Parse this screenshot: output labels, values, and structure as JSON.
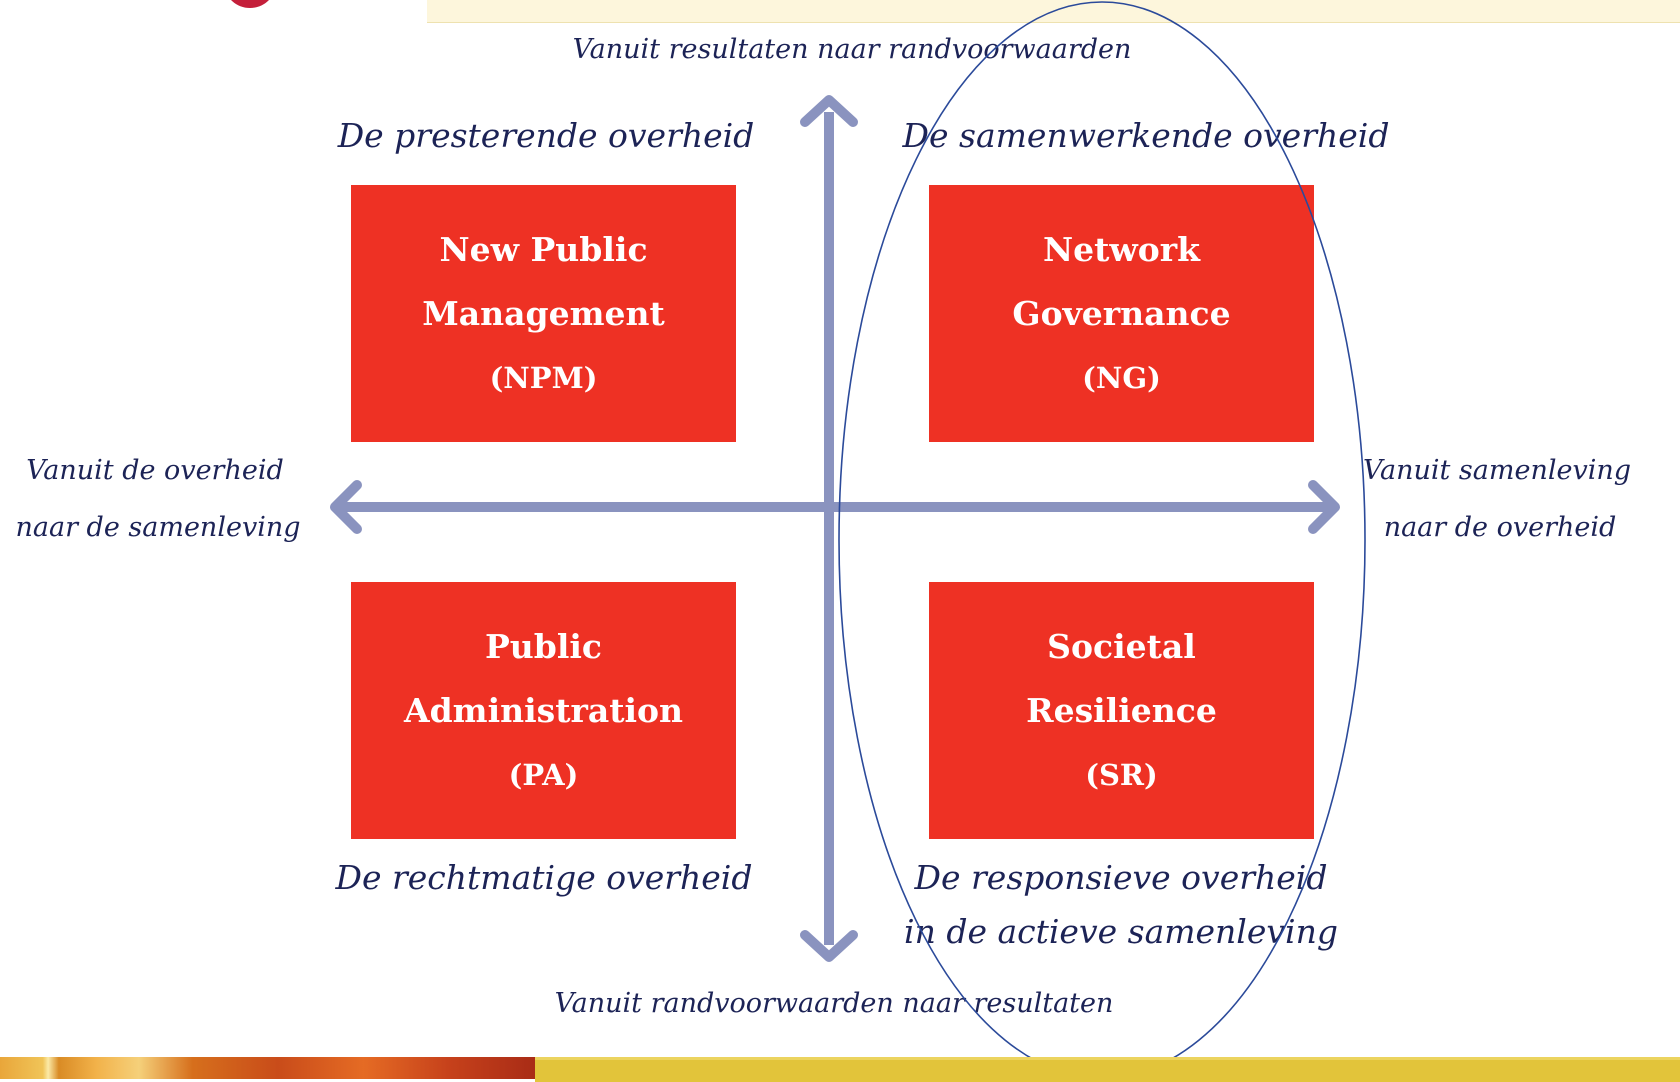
{
  "axes": {
    "top": "Vanuit resultaten naar randvoorwaarden",
    "bottom": "Vanuit randvoorwaarden naar resultaten",
    "left_line1": "Vanuit de overheid",
    "left_line2": "naar de samenleving",
    "right_line1": "Vanuit samenleving",
    "right_line2": "naar de overheid"
  },
  "quadrant_labels": {
    "top_left": "De presterende overheid",
    "top_right": "De samenwerkende overheid",
    "bottom_left": "De rechtmatige overheid",
    "bottom_right_line1": "De responsieve overheid",
    "bottom_right_line2": "in de actieve samenleving"
  },
  "boxes": {
    "npm": {
      "title": "New Public Management",
      "abbr": "(NPM)"
    },
    "ng": {
      "title": "Network Governance",
      "abbr": "(NG)"
    },
    "pa": {
      "title": "Public Administration",
      "abbr": "(PA)"
    },
    "sr": {
      "title": "Societal Resilience",
      "abbr": "(SR)"
    }
  },
  "colors": {
    "box": "#ee3124",
    "axis_arrow": "#8a93bf",
    "text": "#1c2356",
    "highlight_ellipse": "#2b4a9a"
  }
}
